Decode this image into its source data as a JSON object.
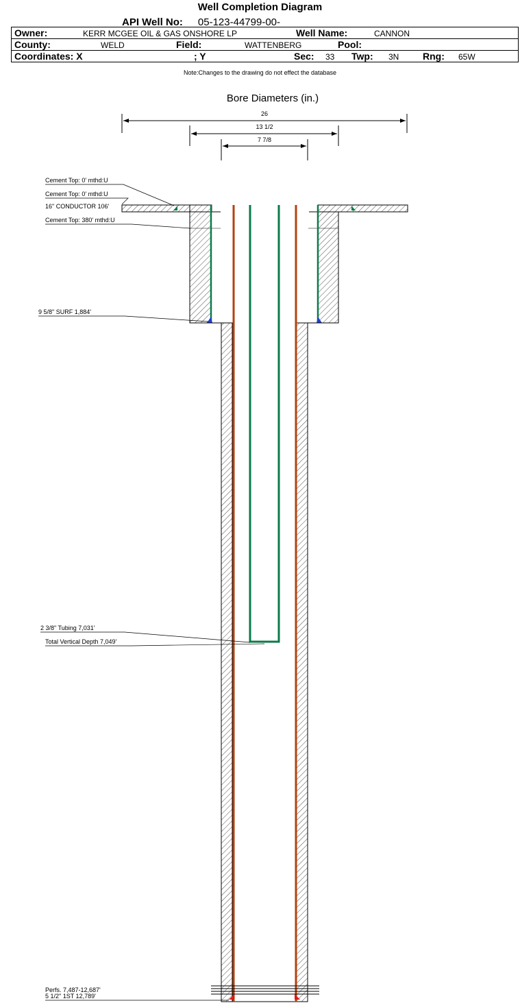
{
  "header": {
    "title": "Well Completion Diagram",
    "api_label": "API Well No:",
    "api_value": "05-123-44799-00-",
    "owner_label": "Owner:",
    "owner_value": "KERR MCGEE OIL & GAS ONSHORE LP",
    "well_name_label": "Well Name:",
    "well_name_value": "CANNON",
    "county_label": "County:",
    "county_value": "WELD",
    "field_label": "Field:",
    "field_value": "WATTENBERG",
    "pool_label": "Pool:",
    "pool_value": "",
    "coord_x_label": "Coordinates: X",
    "coord_y_label": "; Y",
    "sec_label": "Sec:",
    "sec_value": "33",
    "twp_label": "Twp:",
    "twp_value": "3N",
    "rng_label": "Rng:",
    "rng_value": "65W",
    "note": "Note:Changes to the drawing do not effect the database"
  },
  "bore": {
    "title": "Bore Diameters (in.)",
    "dims": [
      "26",
      "13 1/2",
      "7 7/8"
    ]
  },
  "labels": {
    "cement_top_1": "Cement Top: 0' mthd:U",
    "cement_top_2": "Cement Top: 0' mthd:U",
    "conductor": "16\" CONDUCTOR  106'",
    "cement_top_3": "Cement Top: 380' mthd:U",
    "surface": "9 5/8\" SURF       1,884'",
    "tubing": "2 3/8\" Tubing 7,031'",
    "tvd": "Total Vertical Depth 7,049'",
    "perfs": "Perfs. 7,487-12,687'",
    "production": "5 1/2\" 1ST       12,789'"
  },
  "colors": {
    "tubing": "#0b7a4a",
    "production_casing": "#b5410e",
    "surface_casing": "#0b7a4a",
    "shoe_blue": "#1f3fcf",
    "shoe_red": "#e01818"
  }
}
